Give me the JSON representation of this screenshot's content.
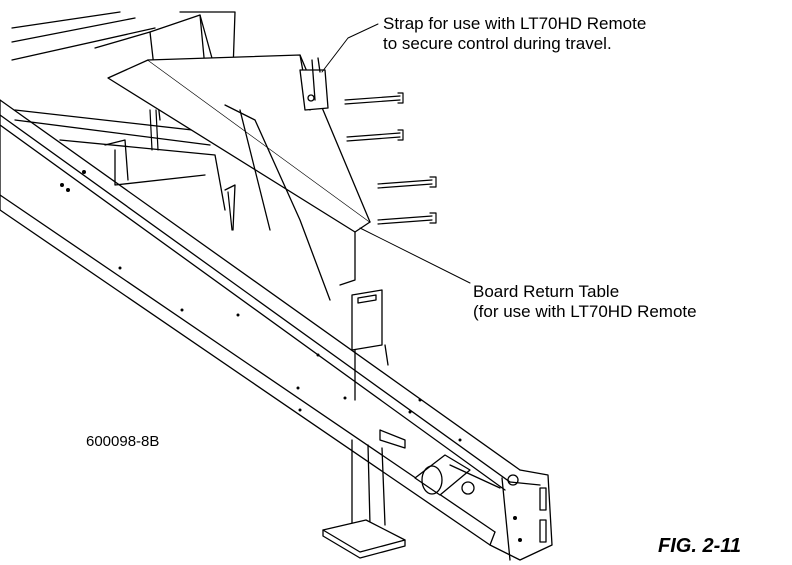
{
  "callouts": {
    "strap_line1": "Strap for use with LT70HD Remote",
    "strap_line2": "to secure control during travel.",
    "table_line1": "Board Return Table",
    "table_line2": "(for use with LT70HD Remote"
  },
  "part_number": "600098-8B",
  "figure_label": "FIG. 2-11",
  "colors": {
    "ink": "#000000",
    "paper": "#ffffff"
  }
}
